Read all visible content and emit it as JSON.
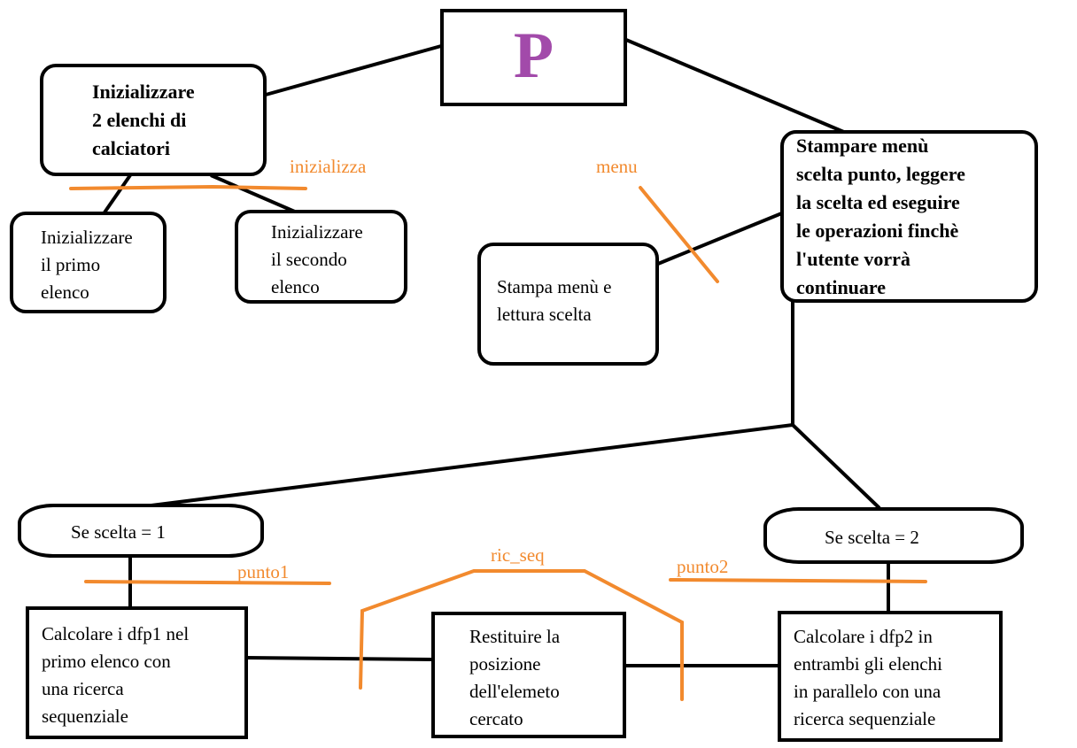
{
  "root": {
    "label": "P",
    "color": "#a24aaa"
  },
  "nodes": {
    "init": "Inizializzare\n2 elenchi di\ncalciatori",
    "init1": "Inizializzare\nil primo\nelenco",
    "init2": "Inizializzare\nil secondo\nelenco",
    "main_loop": "Stampare menù\nscelta punto, leggere\nla scelta ed eseguire\nle operazioni finchè\nl'utente vorrà\ncontinuare",
    "menu_read": "Stampa menù e\nlettura scelta",
    "choice1": "Se scelta = 1",
    "choice2": "Se scelta = 2",
    "dfp1": "Calcolare i dfp1 nel\nprimo elenco con\nuna ricerca\nsequenziale",
    "search": "Restituire la\nposizione\ndell'elemeto\ncercato",
    "dfp2": "Calcolare i dfp2 in\nentrambi gli elenchi\nin parallelo con una\nricerca sequenziale"
  },
  "annotations": {
    "inizializza": "inizializza",
    "menu": "menu",
    "punto1": "punto1",
    "punto2": "punto2",
    "ric_seq": "ric_seq"
  },
  "colors": {
    "annotation": "#f28a2e",
    "line": "#000000"
  }
}
